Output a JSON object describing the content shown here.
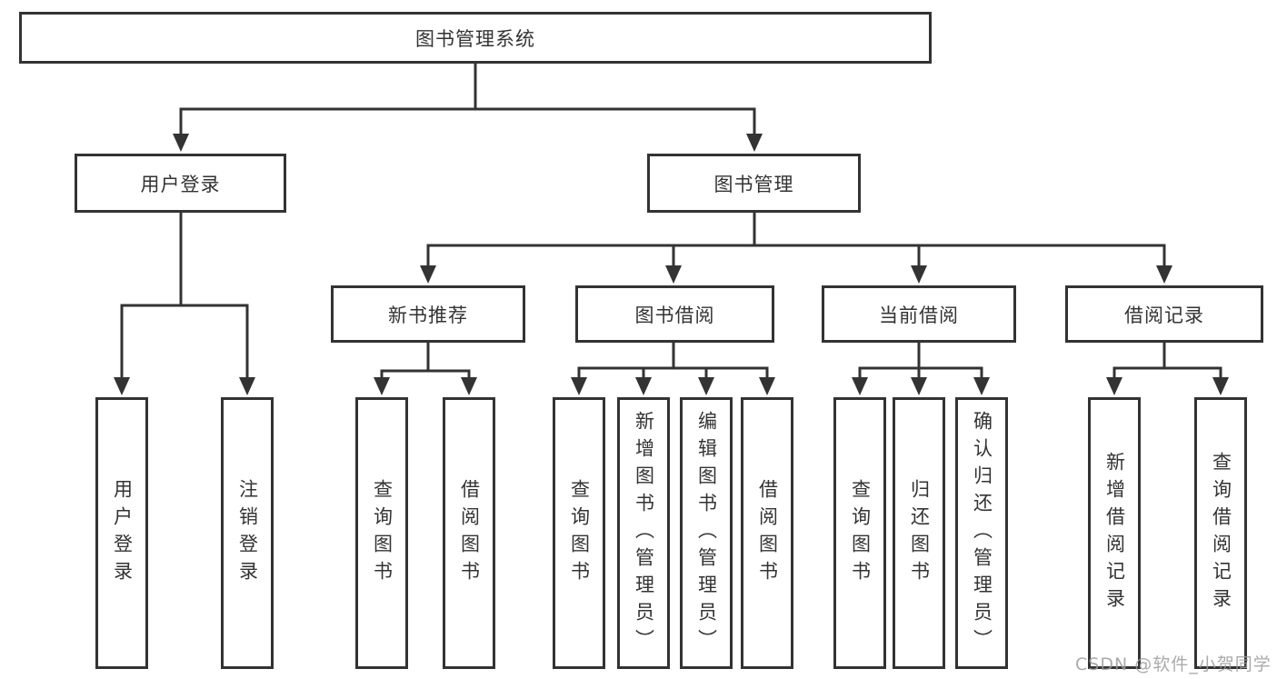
{
  "colors": {
    "line": "#333333",
    "box_border": "#333333",
    "text": "#333333",
    "watermark": "#9b9b9b",
    "background": "#ffffff"
  },
  "nodes": {
    "root": "图书管理系统",
    "user_login": "用户登录",
    "book_mgmt": "图书管理",
    "new_books": "新书推荐",
    "book_borrow": "图书借阅",
    "current_borrow": "当前借阅",
    "borrow_records": "借阅记录",
    "leaf_user_login": "用户登录",
    "leaf_logout": "注销登录",
    "leaf_nb_query": "查询图书",
    "leaf_nb_borrow": "借阅图书",
    "leaf_bb_query": "查询图书",
    "leaf_bb_add": "新增图书（管理员）",
    "leaf_bb_edit": "编辑图书（管理员）",
    "leaf_bb_borrow": "借阅图书",
    "leaf_cb_query": "查询图书",
    "leaf_cb_return": "归还图书",
    "leaf_cb_confirm": "确认归还（管理员）",
    "leaf_br_add": "新增借阅记录",
    "leaf_br_query": "查询借阅记录"
  },
  "watermark": {
    "text": "CSDN @软件_小贺同学"
  }
}
